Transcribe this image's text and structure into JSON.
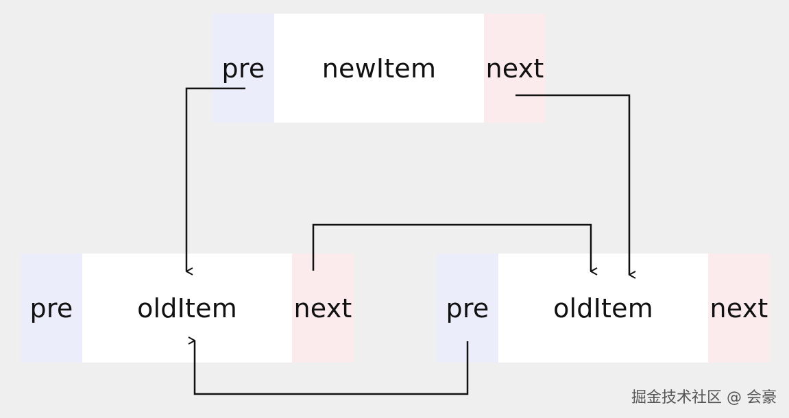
{
  "nodes": {
    "new": {
      "pre": "pre",
      "label": "newItem",
      "next": "next"
    },
    "old_left": {
      "pre": "pre",
      "label": "oldItem",
      "next": "next"
    },
    "old_right": {
      "pre": "pre",
      "label": "oldItem",
      "next": "next"
    }
  },
  "watermark": "掘金技术社区 @ 会豪",
  "colors": {
    "background": "#efefef",
    "pre": "#ebedfa",
    "body": "#ffffff",
    "next": "#fcebec",
    "arrow": "#111111"
  }
}
